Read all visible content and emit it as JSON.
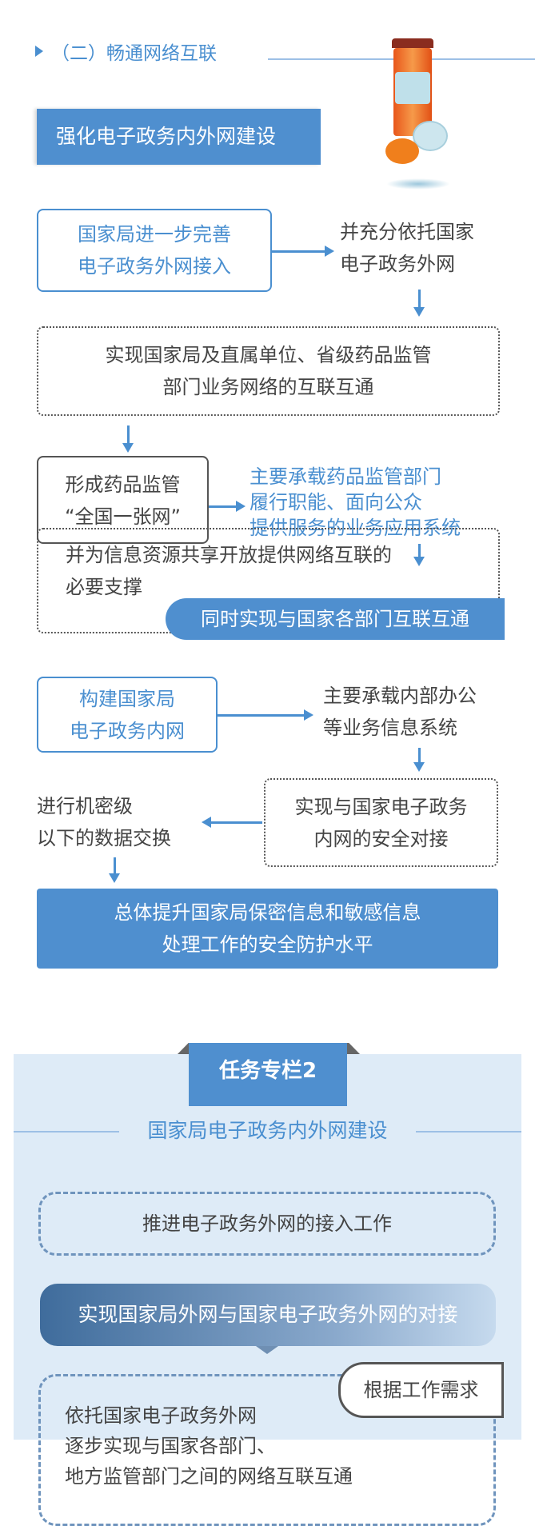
{
  "section_title": "（二）畅通网络互联",
  "banner": "强化电子政务内外网建设",
  "flow1": {
    "box1": [
      "国家局进一步完善",
      "电子政务外网接入"
    ],
    "right1": [
      "并充分依托国家",
      "电子政务外网"
    ],
    "dotted1": [
      "实现国家局及直属单位、省级药品监管",
      "部门业务网络的互联互通"
    ],
    "box2": [
      "形成药品监管",
      "“全国一张网”"
    ],
    "right2": [
      "主要承载药品监管部门",
      "履行职能、面向公众",
      "提供服务的业务应用系统"
    ],
    "dotted2": [
      "并为信息资源共享开放提供网络互联的",
      "必要支撑"
    ],
    "pill": "同时实现与国家各部门互联互通"
  },
  "flow2": {
    "box1": [
      "构建国家局",
      "电子政务内网"
    ],
    "right1": [
      "主要承载内部办公",
      "等业务信息系统"
    ],
    "dotted1": [
      "实现与国家电子政务",
      "内网的安全对接"
    ],
    "left1": [
      "进行机密级",
      "以下的数据交换"
    ],
    "result": [
      "总体提升国家局保密信息和敏感信息",
      "处理工作的安全防护水平"
    ]
  },
  "task": {
    "tab": "任务专栏2",
    "subtitle": "国家局电子政务内外网建设",
    "item1": "推进电子政务外网的接入工作",
    "item2": "实现国家局外网与国家电子政务外网的对接",
    "label": "根据工作需求",
    "item3": [
      "依托国家电子政务外网",
      "逐步实现与国家各部门、",
      "地方监管部门之间的网络互联互通"
    ]
  },
  "colors": {
    "accent": "#4a8fd0",
    "panel": "#deebf7"
  }
}
